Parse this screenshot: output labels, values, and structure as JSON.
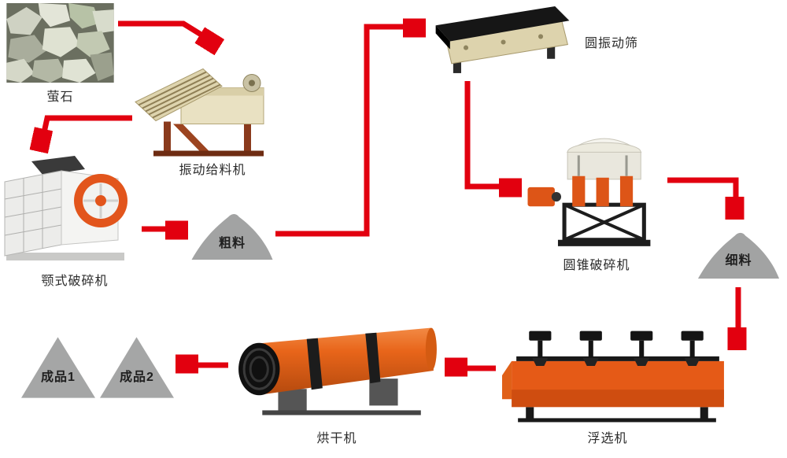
{
  "process": {
    "nodes": {
      "fluorite": "萤石",
      "vibrating_feeder": "振动给料机",
      "jaw_crusher": "颚式破碎机",
      "coarse_material": "粗料",
      "circular_vibrating_screen": "圆振动筛",
      "cone_crusher": "圆锥破碎机",
      "fine_material": "细料",
      "flotation_machine": "浮选机",
      "dryer": "烘干机",
      "finished_product_1": "成品1",
      "finished_product_2": "成品2"
    },
    "flow": [
      {
        "from": "萤石",
        "to": "振动给料机"
      },
      {
        "from": "振动给料机",
        "to": "颚式破碎机"
      },
      {
        "from": "颚式破碎机",
        "to": "粗料"
      },
      {
        "from": "粗料",
        "to": "圆振动筛"
      },
      {
        "from": "圆振动筛",
        "to": "圆锥破碎机"
      },
      {
        "from": "圆锥破碎机",
        "to": "细料"
      },
      {
        "from": "细料",
        "to": "浮选机"
      },
      {
        "from": "浮选机",
        "to": "烘干机"
      },
      {
        "from": "烘干机",
        "to": "成品1 / 成品2"
      }
    ],
    "colors": {
      "arrow_red": "#e2000f",
      "pile_gray": "#a2a3a3",
      "machine_orange": "#e55a17",
      "machine_cream": "#ddd3ad",
      "background": "#ffffff",
      "label_text": "#2b2b2b"
    }
  }
}
